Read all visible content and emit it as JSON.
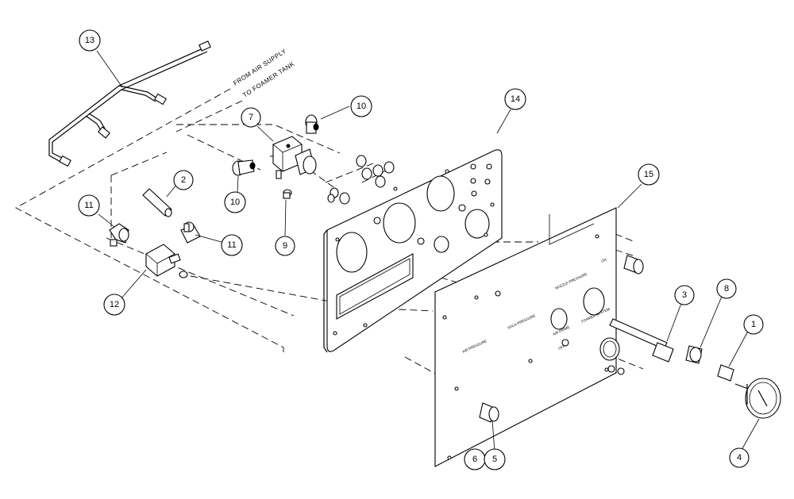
{
  "diagram": {
    "notes": {
      "from_air_supply": "FROM AIR SUPPLY",
      "to_foamer_tank": "TO FOAMER TANK"
    },
    "callouts": [
      {
        "id": "13",
        "label": "13"
      },
      {
        "id": "14",
        "label": "14"
      },
      {
        "id": "15",
        "label": "15"
      },
      {
        "id": "10a",
        "label": "10"
      },
      {
        "id": "7",
        "label": "7"
      },
      {
        "id": "2",
        "label": "2"
      },
      {
        "id": "10b",
        "label": "10"
      },
      {
        "id": "9",
        "label": "9"
      },
      {
        "id": "11a",
        "label": "11"
      },
      {
        "id": "11b",
        "label": "11"
      },
      {
        "id": "12",
        "label": "12"
      },
      {
        "id": "3",
        "label": "3"
      },
      {
        "id": "8",
        "label": "8"
      },
      {
        "id": "1",
        "label": "1"
      },
      {
        "id": "4",
        "label": "4"
      },
      {
        "id": "6",
        "label": "6"
      },
      {
        "id": "5",
        "label": "5"
      }
    ],
    "panel_labels": {
      "air_pressure": "AIR PRESSURE",
      "soln_pressure": "SOLN PRESSURE",
      "nozzle_pressure": "NOZZLE PRESSURE",
      "foamer_system": "FOAMER SYSTEM",
      "air_prime": "AIR PRIME",
      "on": "ON",
      "off": "OFF"
    }
  }
}
